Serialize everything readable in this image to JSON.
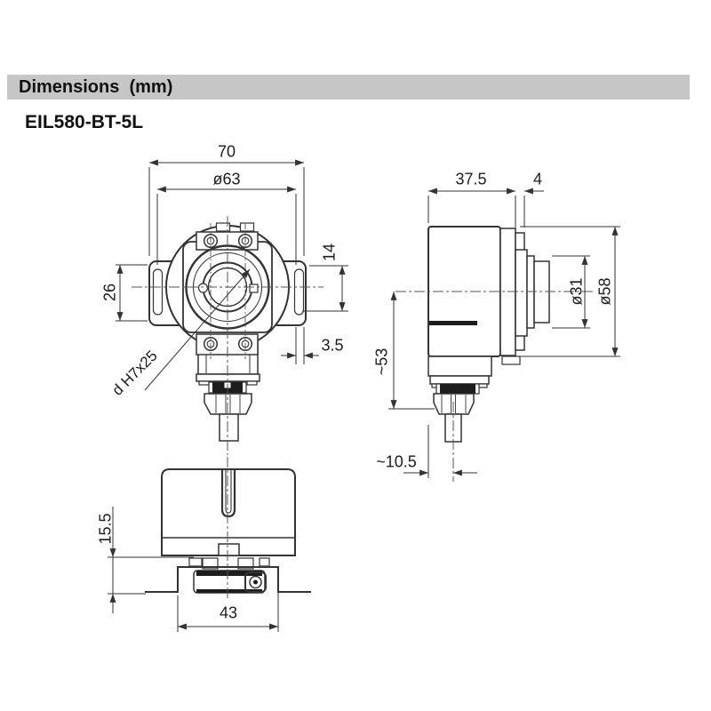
{
  "header": {
    "label": "Dimensions  (mm)",
    "bg_color": "#c6c6c6"
  },
  "title": "EIL580-BT-5L",
  "drawing": {
    "line_color": "#333333",
    "views": {
      "front": {
        "dims": {
          "overall_width": "70",
          "bolt_circle_diameter": "ø63",
          "tab_height": "26",
          "slot_length": "14",
          "tab_offset": "3.5",
          "bore": "d H7x25"
        }
      },
      "side": {
        "dims": {
          "housing_depth": "37.5",
          "flange_thickness": "4",
          "collar_diameter": "ø31",
          "housing_diameter": "ø58",
          "overall_height": "~53",
          "cable_offset": "~10.5"
        }
      },
      "bottom": {
        "dims": {
          "spring_plate_height": "15.5",
          "clamp_width": "43"
        }
      }
    }
  }
}
